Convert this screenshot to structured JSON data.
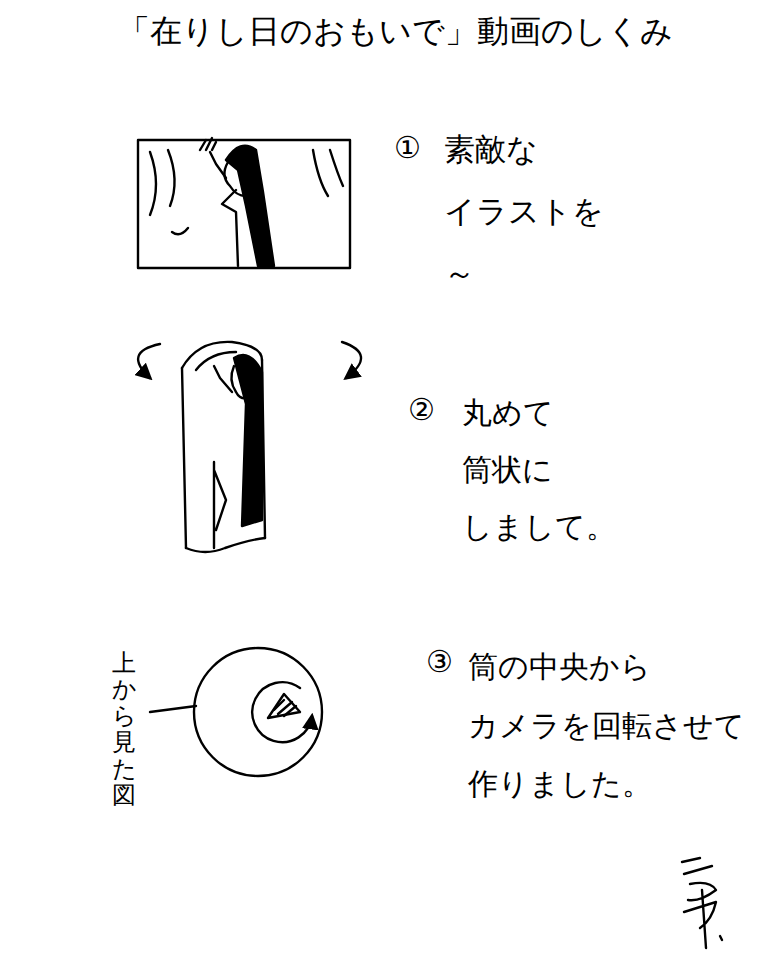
{
  "diagram": {
    "title": "「在りし日のおもいで」動画のしくみ",
    "labels": [
      "①",
      "素敵な イラストを～",
      "②",
      "丸めて 筒状に しまして。",
      "③",
      "筒の中央から カメラを回転させて 作りました。",
      "上から見た図"
    ]
  }
}
